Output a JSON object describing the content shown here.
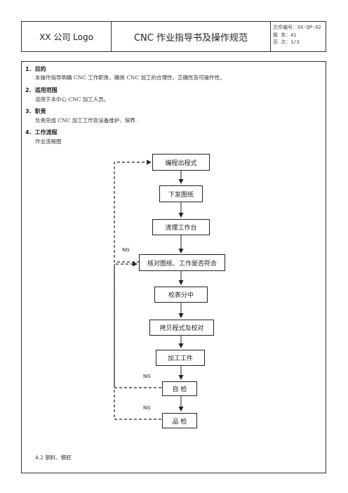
{
  "header": {
    "logo": "XX 公司 Logo",
    "title": "CNC 作业指导书及操作规范",
    "doc_no": "文件编号：XX-QP-02",
    "version": "版    本：A1",
    "page": "页    次：1/3"
  },
  "sections": [
    {
      "num": "1.",
      "heading": "目的",
      "text": "本操作指导明确 CNC 工作职责，确保 CNC 加工的合理性、正确性及可操作性。"
    },
    {
      "num": "2.",
      "heading": "适用范围",
      "text": "适用于本中心 CNC 加工人员。"
    },
    {
      "num": "3.",
      "heading": "职责",
      "text": "负责完成 CNC 加工工作及设备维护、保养."
    },
    {
      "num": "4.",
      "heading": "工作流程",
      "text": "作业流程图"
    }
  ],
  "flow": {
    "steps": [
      "编程出程式",
      "下发图纸",
      "清理工作台",
      "核对图纸、工作是否符合",
      "校表分中",
      "拷贝程式及校对",
      "加工工件",
      "自    检",
      "品    检"
    ],
    "ng_labels": [
      "NG",
      "NG",
      "NG"
    ]
  },
  "footer_section": "4.2 钢料、模胚"
}
